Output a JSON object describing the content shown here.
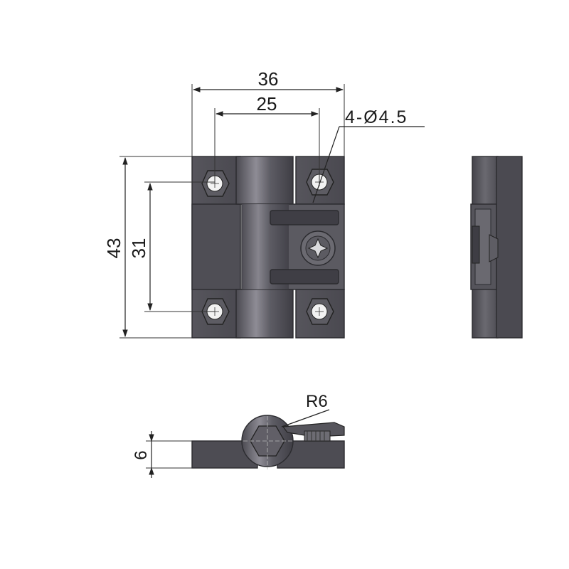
{
  "drawing": {
    "title": "",
    "dimensions": {
      "total_width": "36",
      "hole_spacing_x": "25",
      "total_height": "43",
      "hole_spacing_y": "31",
      "holes": "4-Ø4.5",
      "pin_radius": "R6",
      "thickness": "6"
    }
  },
  "colors": {
    "body_dark": "#4a4950",
    "body_mid": "#5a5960",
    "body_light": "#6e6d75",
    "knuckle_highlight": "#8d8b93",
    "line": "#222222"
  },
  "icons": [
    "hex-nut-icon",
    "phillips-screw-icon"
  ]
}
